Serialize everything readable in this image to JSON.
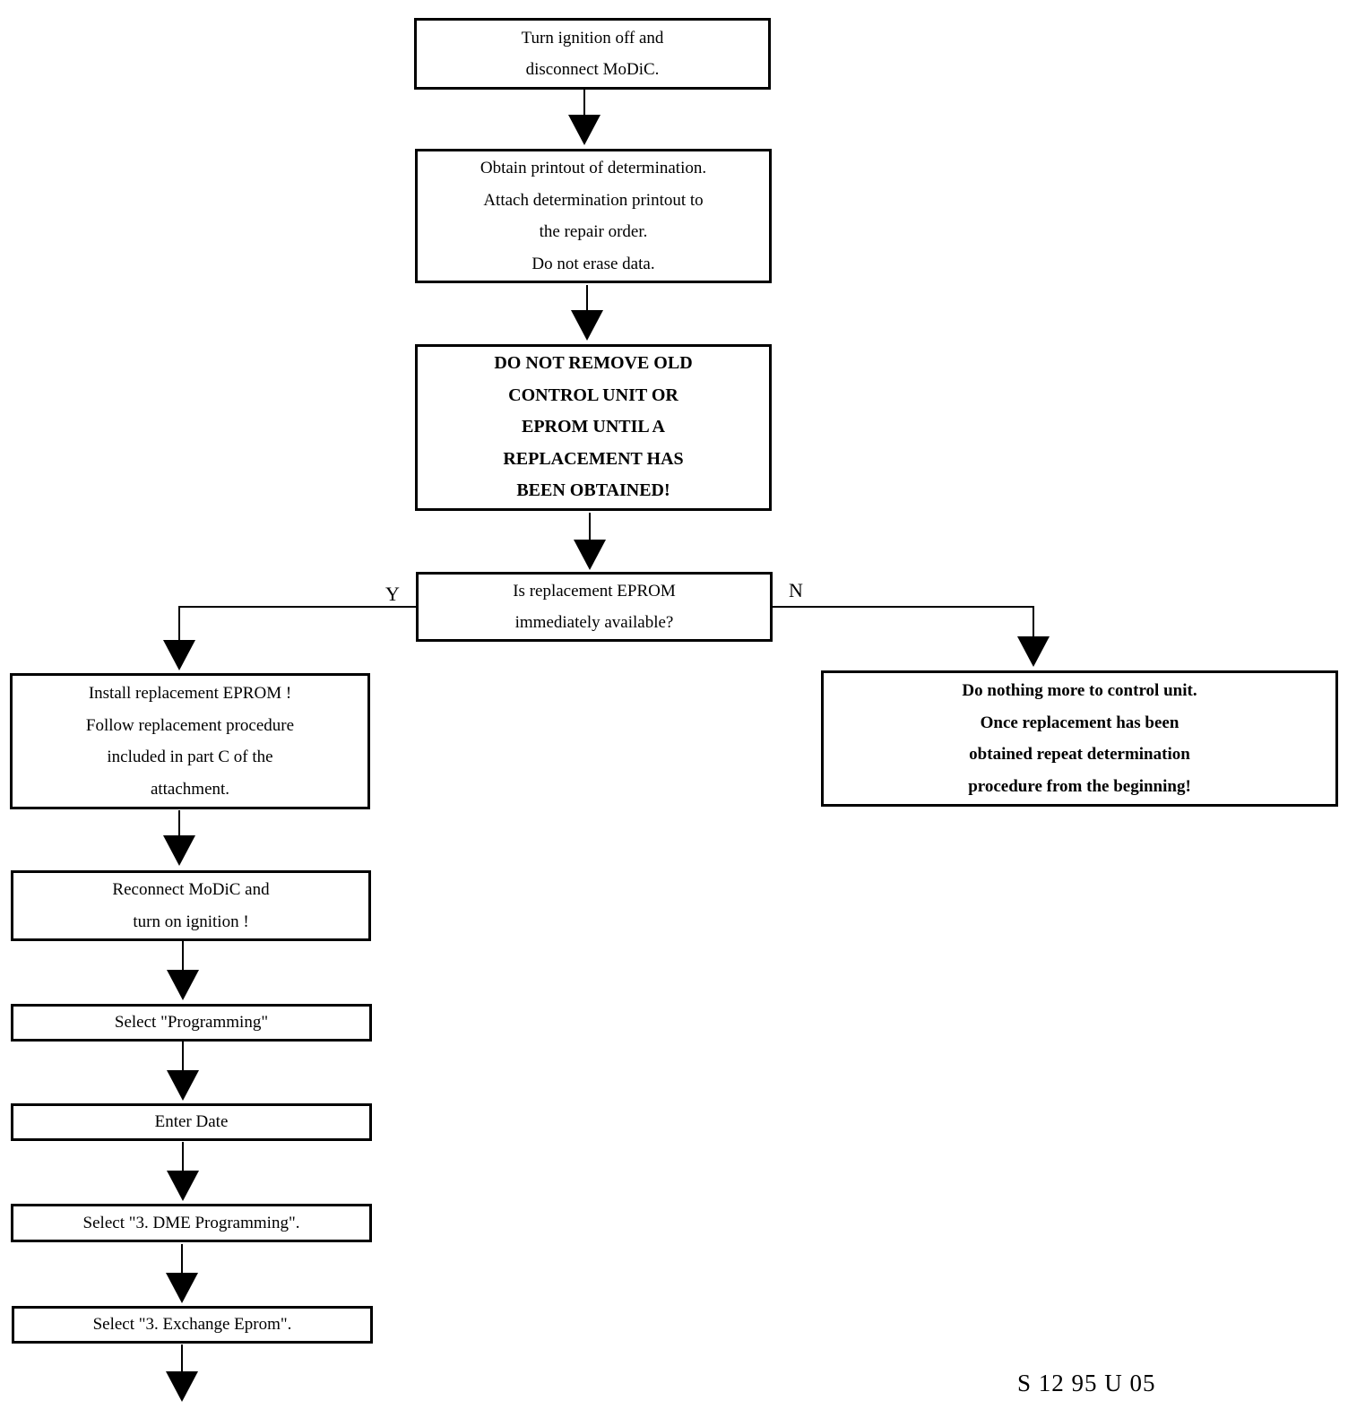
{
  "steps": {
    "turn_off": [
      "Turn ignition off and",
      "disconnect MoDiC."
    ],
    "printout": [
      "Obtain printout of determination.",
      "Attach determination printout to",
      "the repair order.",
      "Do not erase data."
    ],
    "warning": [
      "DO NOT REMOVE OLD",
      "CONTROL UNIT OR",
      "EPROM UNTIL A",
      "REPLACEMENT HAS",
      "BEEN OBTAINED!"
    ],
    "decision": [
      "Is replacement EPROM",
      "immediately available?"
    ],
    "install": [
      "Install replacement EPROM !",
      "Follow replacement procedure",
      "included in part C of the",
      "attachment."
    ],
    "do_nothing": [
      "Do nothing more to control unit.",
      "Once replacement has been",
      "obtained repeat determination",
      "procedure from the beginning!"
    ],
    "reconnect": [
      "Reconnect MoDiC and",
      "turn on ignition !"
    ],
    "programming": "Select \"Programming\"",
    "enter_date": "Enter Date",
    "dme": "Select \"3. DME Programming\".",
    "exchange": "Select \"3. Exchange Eprom\"."
  },
  "branch_labels": {
    "yes": "Y",
    "no": "N"
  },
  "document_code": "S 12 95 U 05"
}
